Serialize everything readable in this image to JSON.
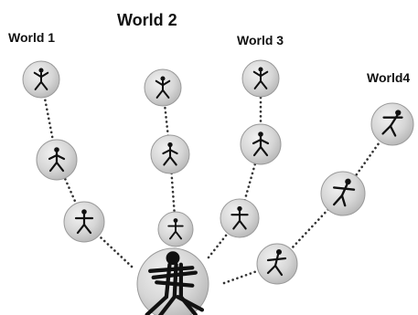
{
  "worlds": [
    {
      "label": "World 1"
    },
    {
      "label": "World 2"
    },
    {
      "label": "World 3"
    },
    {
      "label": "World4"
    }
  ],
  "node_fill": "#d9d9d9",
  "node_edge": "#9a9a9a",
  "figure_color": "#111111",
  "link_color": "#333333",
  "link_style": "dotted",
  "icon_name": "stick-figure-icon"
}
